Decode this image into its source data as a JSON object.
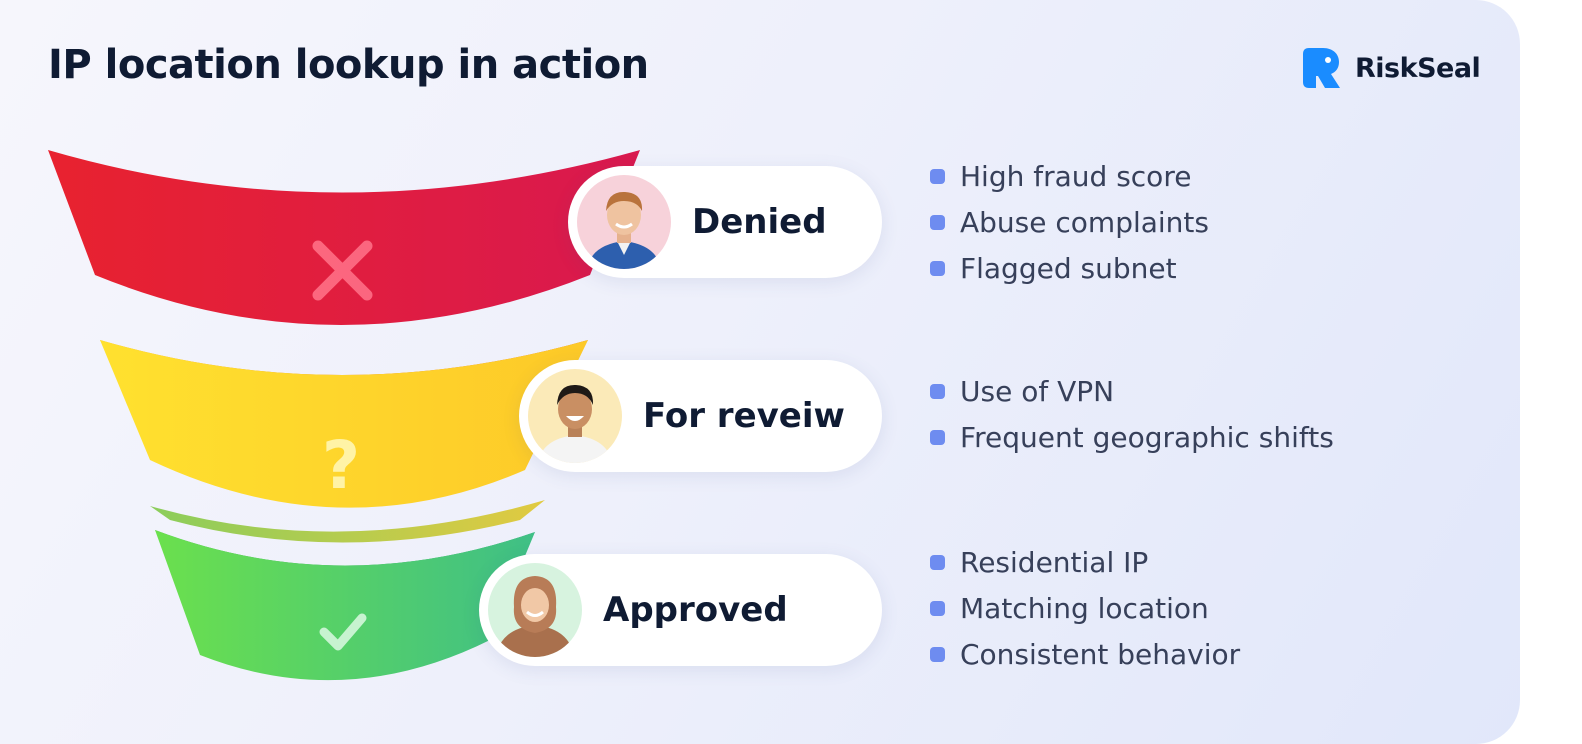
{
  "title": "IP location lookup in action",
  "brand": {
    "name": "RiskSeal",
    "color": "#1a8cff"
  },
  "tiers": [
    {
      "label": "Denied",
      "status_icon": "cross-icon",
      "color": "#e31e3c",
      "criteria": [
        "High fraud score",
        "Abuse complaints",
        "Flagged subnet"
      ]
    },
    {
      "label": "For reveiw",
      "status_icon": "question-icon",
      "color": "#fdd12a",
      "criteria": [
        "Use of VPN",
        "Frequent geographic shifts"
      ]
    },
    {
      "label": "Approved",
      "status_icon": "check-icon",
      "color": "#5ad66a",
      "criteria": [
        "Residential IP",
        "Matching location",
        "Consistent behavior"
      ]
    }
  ]
}
